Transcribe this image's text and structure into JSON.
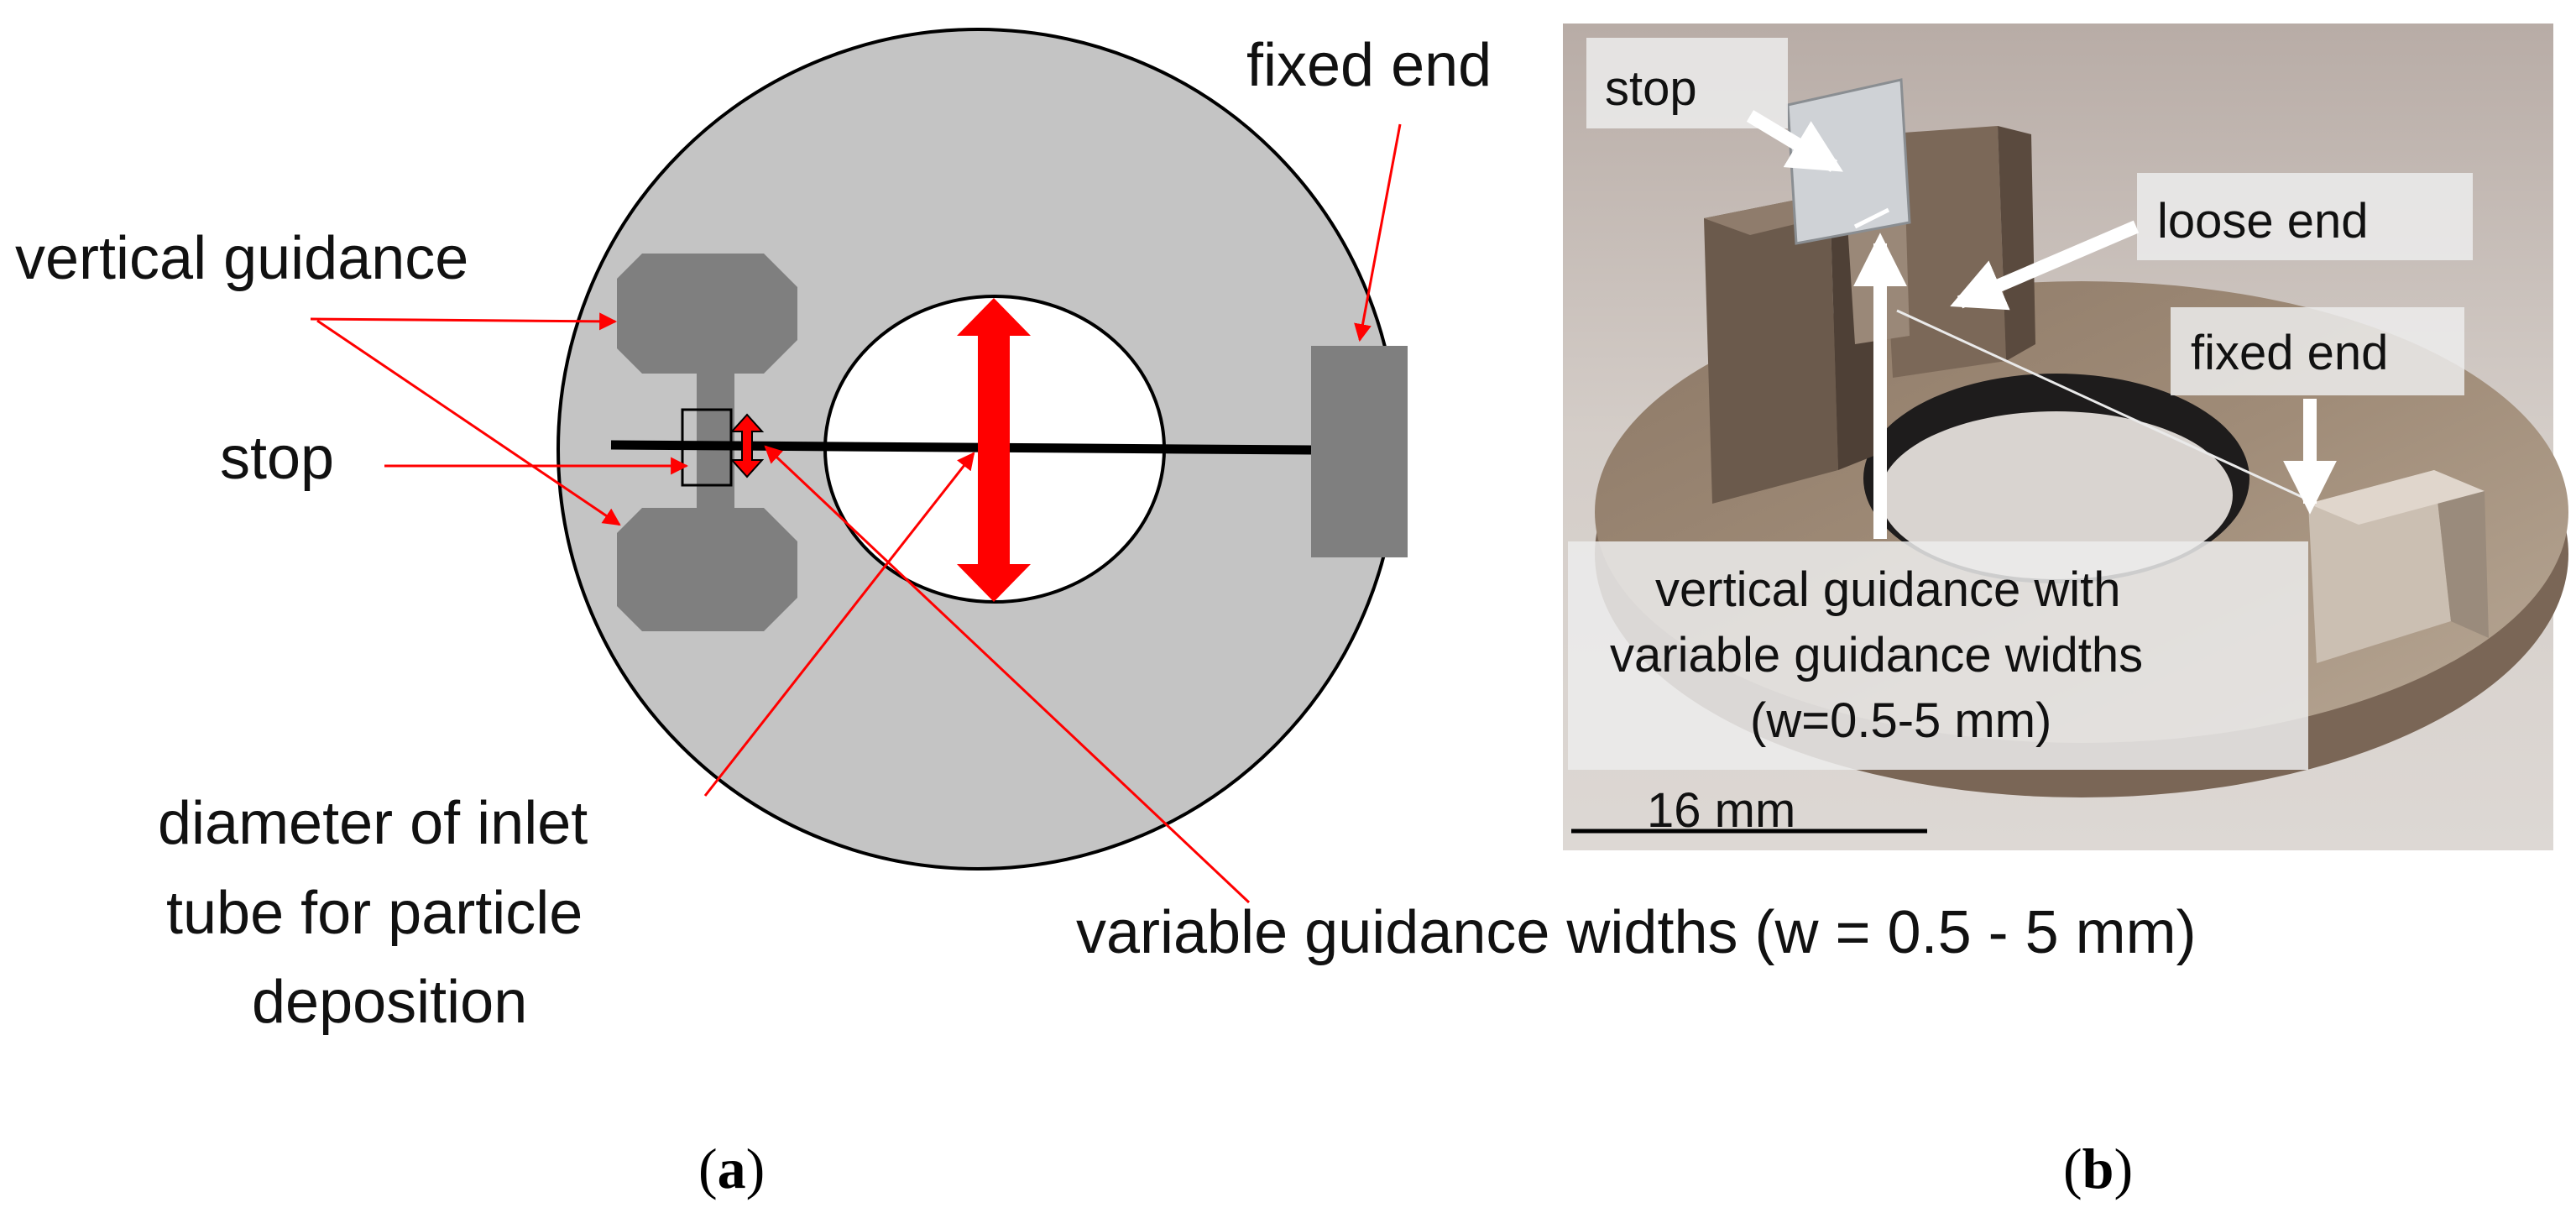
{
  "panel_a": {
    "labels": {
      "fixed_end": "fixed end",
      "vertical_guidance": "vertical guidance",
      "stop": "stop",
      "diameter_line1": "diameter of inlet",
      "diameter_line2": "tube for particle",
      "diameter_line3": "deposition",
      "variable_widths": "variable guidance widths (w = 0.5 - 5 mm)"
    },
    "caption": {
      "open": "(",
      "letter": "a",
      "close": ")"
    }
  },
  "panel_b": {
    "labels": {
      "stop": "stop",
      "loose_end": "loose end",
      "fixed_end": "fixed end",
      "vertical_line1": "vertical guidance with",
      "vertical_line2": "variable guidance widths",
      "vertical_line3": "(w=0.5-5 mm)",
      "scale_bar": "16 mm"
    },
    "caption": {
      "open": "(",
      "letter": "b",
      "close": ")"
    }
  },
  "colors": {
    "disk": "#c4c4c4",
    "block": "#7f7f7f",
    "arrow_red": "#ff0000",
    "annotation_red": "#ff0000",
    "photo_background": "#cfc6bf",
    "sample_brown": "#8a7562"
  }
}
